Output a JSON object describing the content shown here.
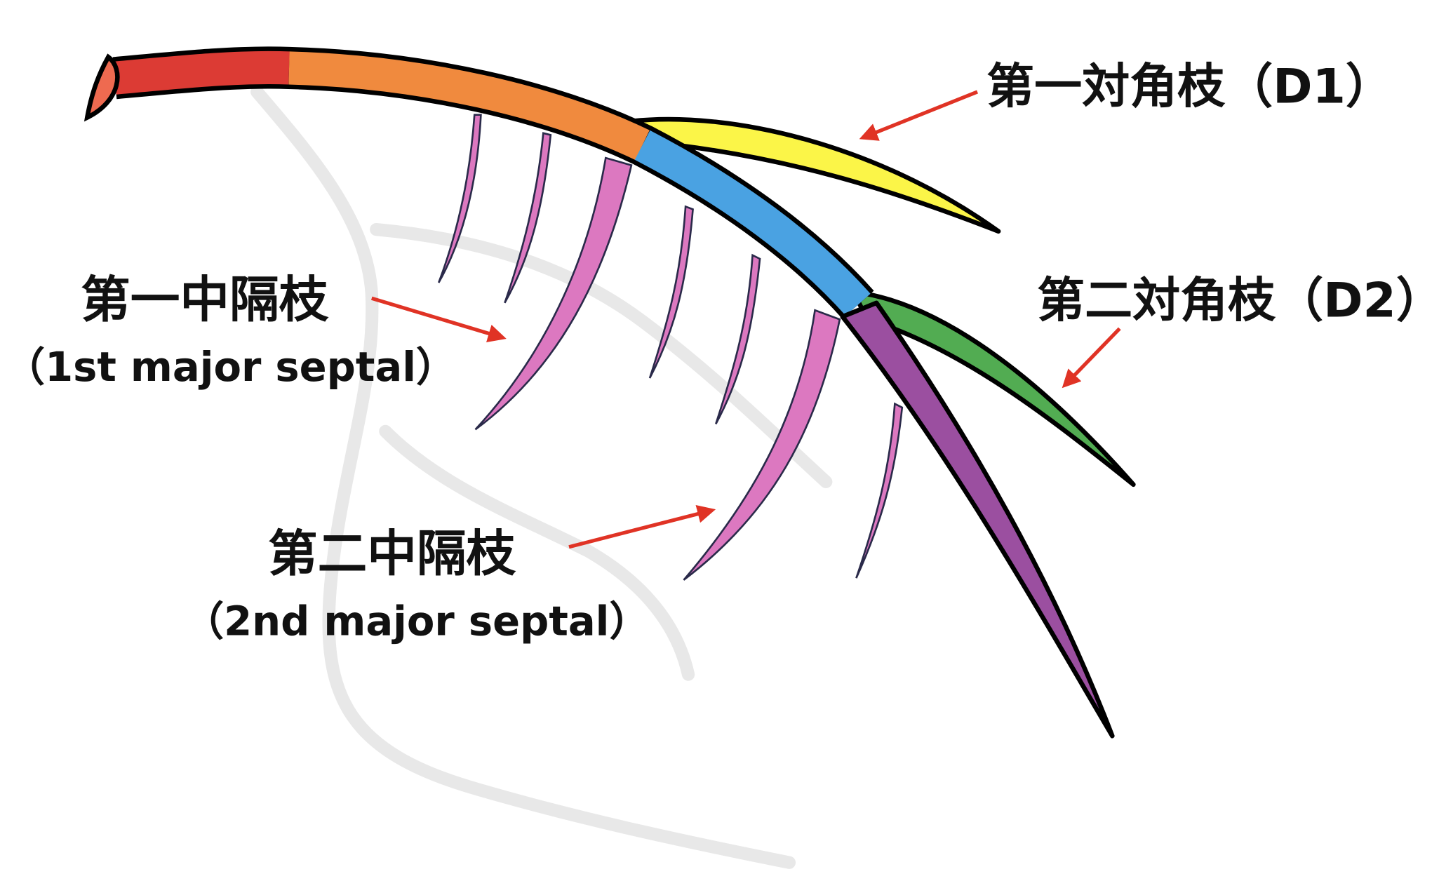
{
  "labels": {
    "d1": "第一対角枝（D1）",
    "d2": "第二対角枝（D2）",
    "septal1_jp": "第一中隔枝",
    "septal1_en": "（1st major septal）",
    "septal2_jp": "第二中隔枝",
    "septal2_en": "（2nd major septal）"
  },
  "colors": {
    "left_main": "#dc3b34",
    "left_main_tip": "#ee6a50",
    "proximal": "#f08a3e",
    "mid": "#4aa2e2",
    "distal": "#9b4fa0",
    "d1": "#fbf548",
    "d2": "#52ac52",
    "septal": "#dc78c0",
    "arrow": "#e03325",
    "background_outline": "#e6e6e6"
  }
}
